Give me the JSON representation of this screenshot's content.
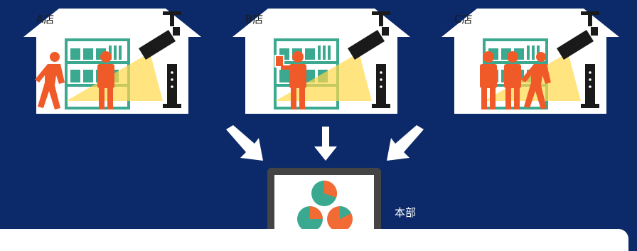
{
  "stores": [
    {
      "label": "A店"
    },
    {
      "label": "B店"
    },
    {
      "label": "C店"
    }
  ],
  "hq": {
    "label": "本部"
  },
  "colors": {
    "background": "#0c2a6a",
    "shelf": "#3aa98f",
    "person": "#f05a28",
    "camera_beam": "#ffd84a",
    "pie_teal": "#3aa98f",
    "pie_orange": "#f26b34"
  },
  "icons": [
    "store-house-icon",
    "camera-icon",
    "shelf-icon",
    "person-icon",
    "sensor-tower-icon",
    "arrow-down-icon",
    "laptop-icon",
    "pie-chart-icon"
  ]
}
